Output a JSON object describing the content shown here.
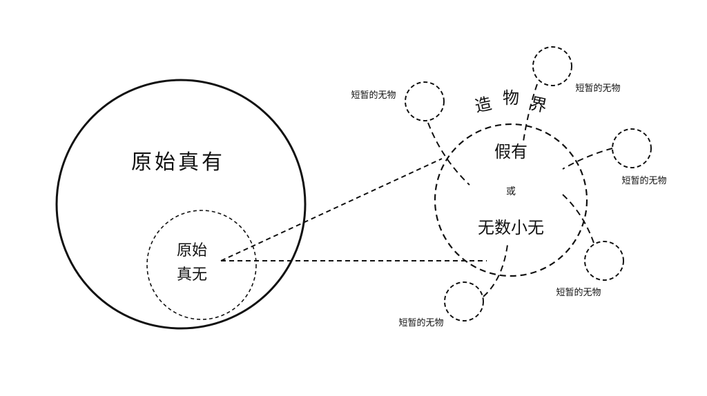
{
  "outer_circle": {
    "label": "原始真有"
  },
  "inner_circle": {
    "label_line1": "原始",
    "label_line2": "真无"
  },
  "creation_realm": {
    "title": [
      "造",
      "物",
      "界"
    ],
    "label_top": "假有",
    "label_mid": "或",
    "label_bottom": "无数小无"
  },
  "transient_nothings": [
    {
      "label": "短暂的无物"
    },
    {
      "label": "短暂的无物"
    },
    {
      "label": "短暂的无物"
    },
    {
      "label": "短暂的无物"
    },
    {
      "label": "短暂的无物"
    }
  ],
  "colors": {
    "stroke": "#111111",
    "background": "#ffffff"
  }
}
